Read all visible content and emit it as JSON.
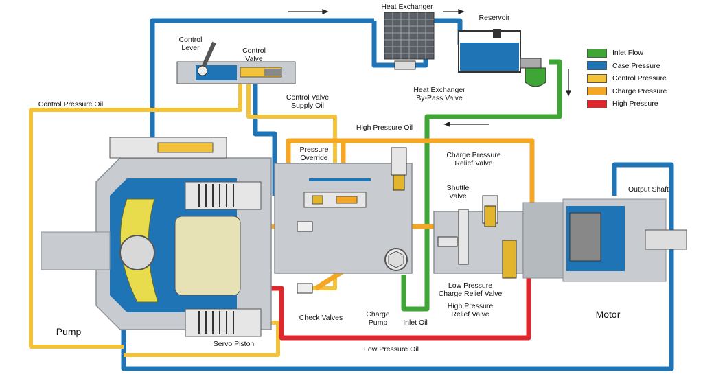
{
  "colors": {
    "inlet": "#3fa535",
    "case": "#1f74b5",
    "control": "#f2c23a",
    "charge": "#f5a623",
    "high": "#e0262d",
    "housing": "#c8ccd0",
    "housing_dark": "#8a9097"
  },
  "legend": [
    {
      "label": "Inlet Flow",
      "color": "#3fa535"
    },
    {
      "label": "Case Pressure",
      "color": "#1f74b5"
    },
    {
      "label": "Control Pressure",
      "color": "#f2c23a"
    },
    {
      "label": "Charge Pressure",
      "color": "#f5a623"
    },
    {
      "label": "High Pressure",
      "color": "#e0262d"
    }
  ],
  "labels": {
    "heat_exchanger": "Heat Exchanger",
    "reservoir": "Reservoir",
    "heat_exchanger_bypass": "Heat Exchanger\nBy-Pass Valve",
    "control_lever": "Control\nLever",
    "control_valve": "Control\nValve",
    "control_valve_supply": "Control Valve\nSupply Oil",
    "control_pressure_oil": "Control Pressure Oil",
    "high_pressure_oil": "High Pressure Oil",
    "pressure_override": "Pressure\nOverride",
    "charge_pressure_relief": "Charge Pressure\nRelief Valve",
    "shuttle_valve": "Shuttle\nValve",
    "output_shaft": "Output Shaft",
    "low_pressure_charge_relief": "Low Pressure\nCharge Relief Valve",
    "high_pressure_relief": "High Pressure\nRelief Valve",
    "charge_pump": "Charge\nPump",
    "inlet_oil": "Inlet Oil",
    "check_valves": "Check Valves",
    "servo_piston": "Servo Piston",
    "low_pressure_oil": "Low Pressure Oil",
    "pump": "Pump",
    "motor": "Motor"
  }
}
